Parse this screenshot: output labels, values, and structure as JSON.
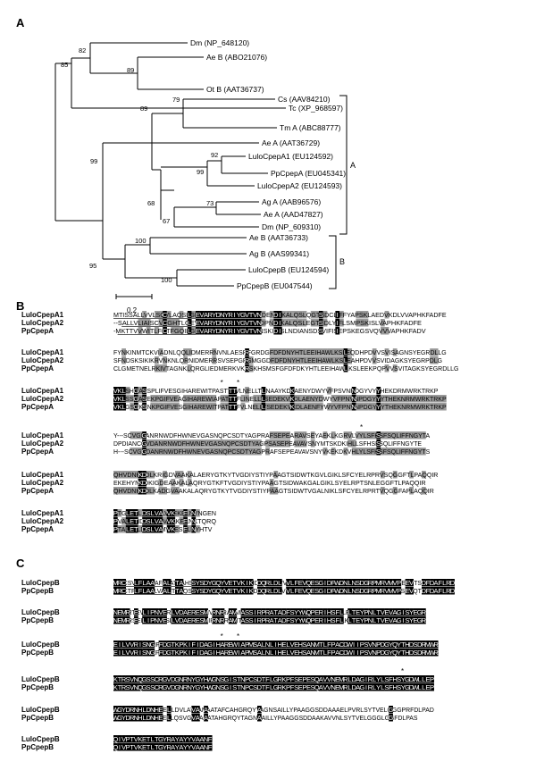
{
  "panels": {
    "a": "A",
    "b": "B",
    "c": "C"
  },
  "tree": {
    "leaves": [
      {
        "label": "Dm (NP_648120)"
      },
      {
        "label": "Ae B (ABO21076)"
      },
      {
        "label": "Ot B (AAT36737)"
      },
      {
        "label": "Tc (XP_968597)"
      },
      {
        "label": "Cs (AAV84210)"
      },
      {
        "label": "Tm A (ABC88777)"
      },
      {
        "label": "Ae A (AAT36729)"
      },
      {
        "label": "LuloCpepA1 (EU124592)"
      },
      {
        "label": "PpCpepA (EU045341)"
      },
      {
        "label": "LuloCpepA2 (EU124593)"
      },
      {
        "label": "Ag A (AAB96576)"
      },
      {
        "label": "Ae A (AAD47827)"
      },
      {
        "label": "Dm (NP_609310)"
      },
      {
        "label": "Ae B (AAT36733)"
      },
      {
        "label": "Ag B (AAS99341)"
      },
      {
        "label": "LuloCpepB (EU124594)"
      },
      {
        "label": "PpCpepB (EU047544)"
      }
    ],
    "bootstrap": [
      "82",
      "89",
      "85",
      "79",
      "89",
      "99",
      "92",
      "99",
      "73",
      "68",
      "67",
      "100",
      "95",
      "100"
    ],
    "groups": [
      {
        "label": "A"
      },
      {
        "label": "B"
      }
    ],
    "scale": "0.2"
  },
  "alignment_b": {
    "names": [
      "LuloCpepA1",
      "LuloCpepA2",
      "PpCpepA"
    ],
    "blocks": [
      {
        "seqs": [
          "MTISSALLVVLSCVLAQSLGEVARYDNYRIYGVTVNDENDIKALQSLQGTSDCLIFFYAPSKLAEDVKDLVVAPHKFADFE",
          "--SALLVLIAISCVFGHTLQEVARYDNYRIYGVTVNDPNDIKALQSLEGTSDLYIFLSMPSKISLVAPHKFADFE",
          "-MKTTVVWITLFCTFGQILGEVARYDNYRIYGVTVNSKIDISLNDIANSDSVIFISEPSKEGSVQVVVAPHKFADV"
        ],
        "stars": []
      },
      {
        "seqs": [
          "FYNKINMTCKVIADNLQQLIDMERRNVNLAESRFGRDGFDFDNYHTLEEIHAWLKSLEQDHPDVVSVISAGNSYEGRDLLG",
          "SFNDSKSIKIKRVNKNLQRNIDMERRSVSEPGRSMGGDFDFDNYHTLEEIHAWLKSLEAHPDVVSVIDAGKSYEGRPDLG",
          "CLGMETNELRKIVTAGNKLQRGLIEDMERKVKRSKHSMSFGFDFDKYHTLEEIHAWLKSLEEKPQPVVSVITAGKSYEGRDLLG"
        ],
        "stars": []
      },
      {
        "seqs": [
          "VKLSHGASSPLIFVESGIHAREWITPASTTFVLNELLTSNAAYKDLAENYDWYVFPSVNPDGYVYTHEKDRMWRKTRKP",
          "VKLSSGASEKPGIFVEAGIHAREWIAPATTTFLINELLTSEDEKVKDLAENYDWYVFPNVNPDGYVYTHEKNRMWRKTRKP",
          "VKLGSGKSNKPGIFVESGIHAREWITPATTVFVLNELLTSEDEKVKDLAENFYWYVFPNVNPDGYVYTHEKNRMWRKTRKP"
        ],
        "stars": [
          26,
          30
        ]
      },
      {
        "seqs": [
          "Y---SCVGDANRNWDFHWNEVGASNQPCSDTYAGPRAFSEPEARAVSEYAEKLKGRVLVYLSFHSFSQLIFFNGYTA",
          "DPDIANCGVDANRNWDFHWNEVGASNQPCSDTYAGPSASEPEAVAVSNYMTSKDKIHLLSFHSFSQLIFFNGYTE",
          "H---SCVGVDANRNWDFHWNEVGASNQPCSDTYAGPRAFSEPEAVAVSNYVKEKDKVHLYLSFHSFSQLIFFNGYTS"
        ],
        "stars": [
          60
        ]
      },
      {
        "seqs": [
          "QHVDNHKDLKRIGDVAAKALAERYGTKYTVGDIYSTIYPAAGTSIDWTKGVLGIKLSFCYELRPRVSQGGFTLPAQQIR",
          "EKEHYNKDKIGDEAAKALAQRYGTKFTVGDIYSTIYPAAGTSIDWAKGALGIKLSYELRPTSNLEGGFTLPAQQIR",
          "QHVDNHKDLKADGVAAKALAQRYGTKYTVGDIYSTIYPAAGTSIDWTVGALNIKLSFCYELRPRTVQGGFAPLAQQIR"
        ],
        "stars": []
      },
      {
        "seqs": [
          "PTGLETLDSLVALVKEKELNYNGEN",
          "PVALETIDSLVALVKAKEKNKTQRQ",
          "PTALETLDSLVAMVKESELNYHTV"
        ],
        "stars": []
      }
    ]
  },
  "alignment_c": {
    "names": [
      "LuloCpepB",
      "PpCpepB"
    ],
    "blocks": [
      {
        "seqs": [
          "MRCSVLFLAAAFALATAAHSYSDYGQYVETVKIKNDQRLDLVVLFEVQESGIDFWDNLNSDGRPMRVMVPEEVTSDFDAFLRD",
          "MRCTFLFLAALVALTTASQSYSDYGQYVETVKIKDDQRLDLLVLFEVQESGIDFWDNLNSDGRPMRVMVPSEVQTDFDAFLRD"
        ],
        "stars": []
      },
      {
        "seqs": [
          "NEMRTEVLIPNVERLVDAERESMVRNRAAMAASSIRPRATADFSYYWQPERIHSFLRLTEYPNLTVEVAGISYEGR",
          "NEMRSEILIPNVESLVDAERESMIRNRRAMTASSIRPRATADFSYYWQPERIHSFLKLTEYPNLTVEVAGISYEGR"
        ],
        "stars": []
      },
      {
        "seqs": [
          "EILVVRISNGHFDGTKPKIFIDAGIHAREWIAPMSALNLIHELVEHSANMTLFPACDWIIPSVNPDGYQYTHDSDRMWR",
          "EILVVRISNGEFDGTKPKIFIDAGIHAREWIAPMSALNLIHELVEHSANMTLFPACDWIIPSVNPDGYQYTHDSDRMWR"
        ],
        "stars": [
          26,
          30
        ]
      },
      {
        "seqs": [
          "KTRSVNQGSSCRGVDGNRNYGYHWGNSGISTNPCSDTFLGRKPFSEPESQAVVNEMRLDAGIRLYLSFHSYGDWLLEP",
          "KTRSVNQGSSCRGVDGNRNYGYHWGNSGISTNPCSDTFLGRKPFSEPESQAVVNEMRLDAGIRLYLSFHSYGDWLLEP"
        ],
        "stars": [
          70
        ]
      },
      {
        "seqs": [
          "WGYDRNHLDNHEHLDVLATVANAATAFCAHGRQYTAGNSAILLYPAAGGSDDAAAELPVRLSYTVELGGGPRFDLPAD",
          "WGYDRNHLDNHEELQSVGEVAAATAHGRQYTAGNSAILLYPAAGGSDDAAKAVVNLSYTVELGGGLGGFDLPAS"
        ],
        "stars": []
      },
      {
        "seqs": [
          "QIVPTVKETLTGYRAYAYYVAANF",
          "QIVPTVKETLTGYRAYAYYVAANF"
        ],
        "stars": []
      }
    ]
  }
}
